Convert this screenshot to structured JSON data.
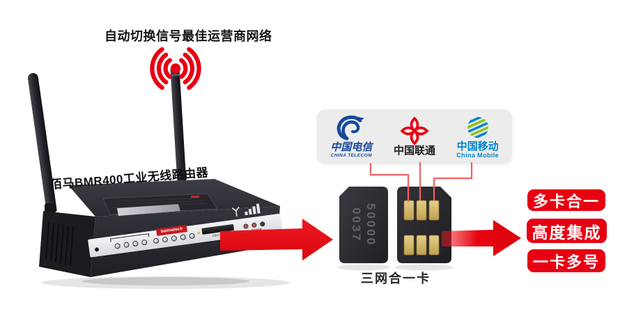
{
  "caption_top": "自动切换信号最佳运营商网络",
  "router": {
    "label": "佰马BMR400工业无线路由器",
    "brand": "baimatech",
    "front": {
      "reset": "Reset",
      "lan": "LAN",
      "leds": [
        "4",
        "3",
        "2",
        "1",
        "WAN",
        "NET",
        "ALARM",
        "ONLINE",
        "SYSTEM"
      ],
      "sim_slot": "SIM/UIM1",
      "power": "POWER"
    }
  },
  "carriers": [
    {
      "cn": "中国电信",
      "en": "CHINA TELECOM"
    },
    {
      "cn": "中国联通",
      "en": ""
    },
    {
      "cn": "中国移动",
      "en": "China Mobile"
    }
  ],
  "sim": {
    "embossed_line1": "50000",
    "embossed_line2": "0037",
    "caption": "三网合一卡"
  },
  "badges": [
    {
      "label": "多卡合一"
    },
    {
      "label": "高度集成"
    },
    {
      "label": "一卡多号"
    }
  ],
  "colors": {
    "wifi_red": "#e60012",
    "arrow_red": "#e8040f",
    "badge_red": "#e60012",
    "connector_red": "#f26161",
    "telecom_blue": "#15499a",
    "unicom_red": "#e60012",
    "mobile_blue": "#0085d0",
    "mobile_green": "#8fc31f",
    "panel_gray": "#ececec"
  }
}
